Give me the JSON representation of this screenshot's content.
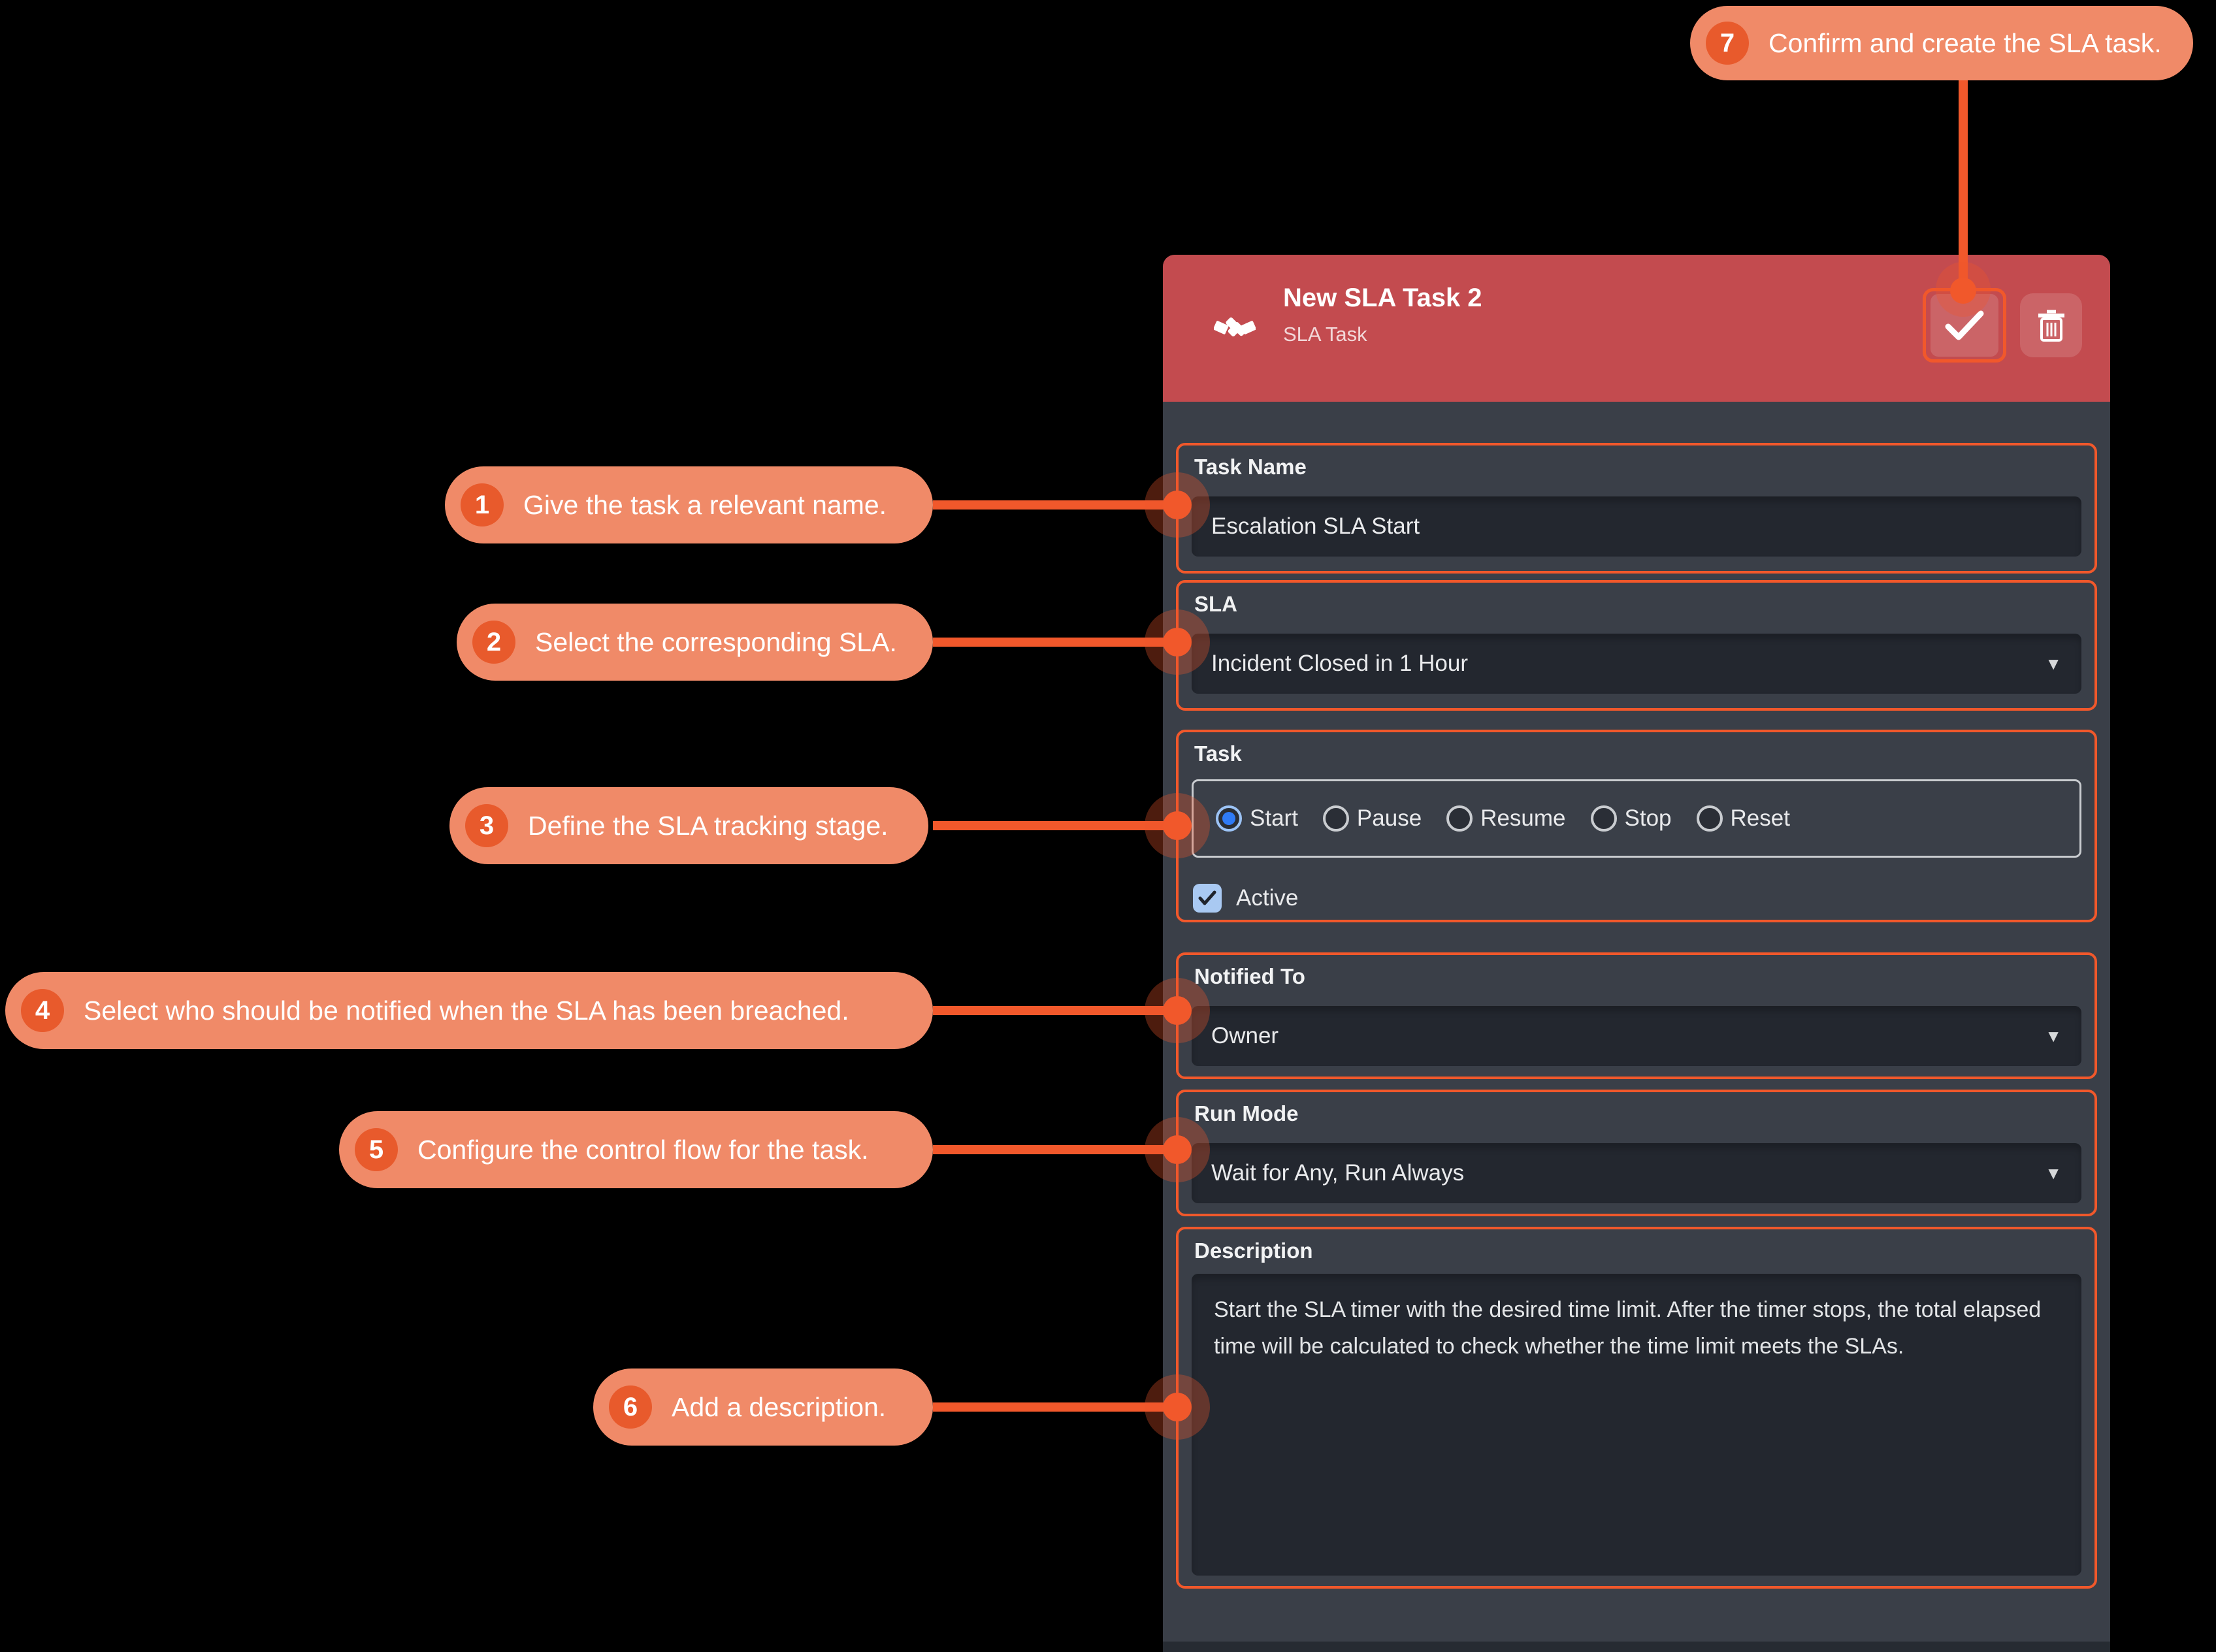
{
  "colors": {
    "background": "#000000",
    "annotation_orange": "#f1582b",
    "callout_pill": "#f08a68",
    "callout_badge": "#e85a2c",
    "header_red": "#c34b4f",
    "panel_body": "#3a3f48",
    "field_bg": "#23272f",
    "radio_selected_blue": "#2f7bf6",
    "checkbox_blue": "#a9c9f2"
  },
  "panel": {
    "header": {
      "title": "New SLA Task 2",
      "subtitle": "SLA Task",
      "icon": "handshake-icon",
      "confirm_icon": "check-icon",
      "delete_icon": "trash-icon"
    },
    "sections": {
      "task_name": {
        "label": "Task Name",
        "value": "Escalation SLA Start"
      },
      "sla": {
        "label": "SLA",
        "value": "Incident Closed in 1 Hour"
      },
      "task": {
        "label": "Task",
        "options": [
          "Start",
          "Pause",
          "Resume",
          "Stop",
          "Reset"
        ],
        "selected": "Start",
        "active": {
          "label": "Active",
          "checked": true
        }
      },
      "notified_to": {
        "label": "Notified To",
        "value": "Owner"
      },
      "run_mode": {
        "label": "Run Mode",
        "value": "Wait for Any, Run Always"
      },
      "description": {
        "label": "Description",
        "value": "Start the SLA timer with the desired time limit. After the timer stops, the total elapsed time will be calculated to check whether the time limit meets the SLAs."
      }
    }
  },
  "callouts": [
    {
      "number": "1",
      "text": "Give the task a relevant name."
    },
    {
      "number": "2",
      "text": "Select the corresponding SLA."
    },
    {
      "number": "3",
      "text": "Define the SLA tracking stage."
    },
    {
      "number": "4",
      "text": "Select who should be notified when the SLA has been breached."
    },
    {
      "number": "5",
      "text": "Configure the control flow for the task."
    },
    {
      "number": "6",
      "text": "Add a description."
    },
    {
      "number": "7",
      "text": "Confirm and create the SLA task."
    }
  ]
}
